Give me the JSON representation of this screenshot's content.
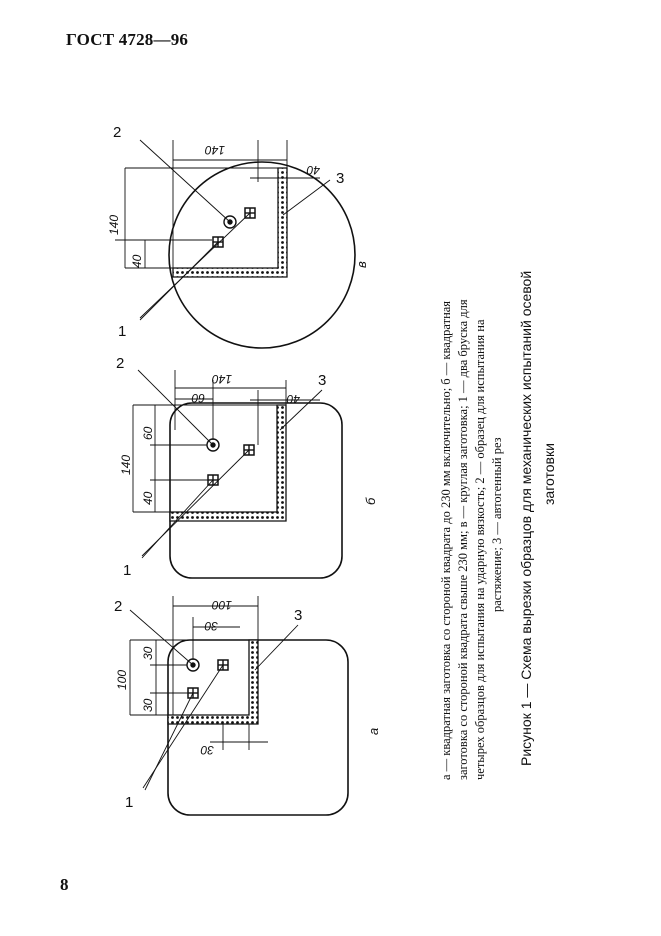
{
  "header": {
    "title": "ГОСТ 4728—96"
  },
  "page_number": "8",
  "drawings": {
    "a": {
      "label": "а",
      "dim_total_h": "100",
      "dim_total_v": "100",
      "dim_top": "30",
      "dim_inner": "30",
      "dim_bottom": "30",
      "dim_left": "30",
      "callout_1": "1",
      "callout_2": "2",
      "callout_3": "3"
    },
    "b": {
      "label": "б",
      "dim_total_h": "140",
      "dim_total_v": "140",
      "dim_60_a": "60",
      "dim_60_b": "60",
      "dim_40_a": "40",
      "dim_40_b": "40",
      "callout_1": "1",
      "callout_2": "2",
      "callout_3": "3"
    },
    "c": {
      "label": "в",
      "dim_total_h": "140",
      "dim_total_v": "140",
      "dim_40_a": "40",
      "dim_40_b": "40",
      "callout_1": "1",
      "callout_2": "2",
      "callout_3": "3"
    }
  },
  "legend": {
    "line1": "а — квадратная заготовка со стороной квадрата до 230 мм включительно; б — квадратная",
    "line2": "заготовка со стороной квадрата свыше 230 мм; в — круглая заготовка; 1 — два бруска для",
    "line3": "четырех образцов для испытания на ударную вязкость; 2 — образец для испытания на",
    "line4": "растяжение; 3 — автогенный рез"
  },
  "figure_title": {
    "line1": "Рисунок 1 — Схема вырезки образцов для механических испытаний осевой",
    "line2": "заготовки"
  }
}
